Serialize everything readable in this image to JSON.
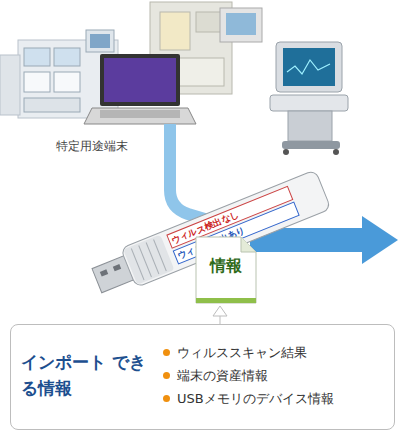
{
  "diagram": {
    "nodes": [
      {
        "text": [
          "情報"
        ]
      },
      {
        "text": [
          "インポート できる情報",
          "ウィルススキャン結果",
          "端末の資産情報",
          "USBメモリのデバイス情報"
        ]
      }
    ],
    "edges": [
      {
        "from": 1,
        "to": 0,
        "arrow": "to"
      }
    ],
    "labels": [
      "特定用途端末",
      "ウィルス検出なし",
      "ウィルス検出あり"
    ]
  }
}
